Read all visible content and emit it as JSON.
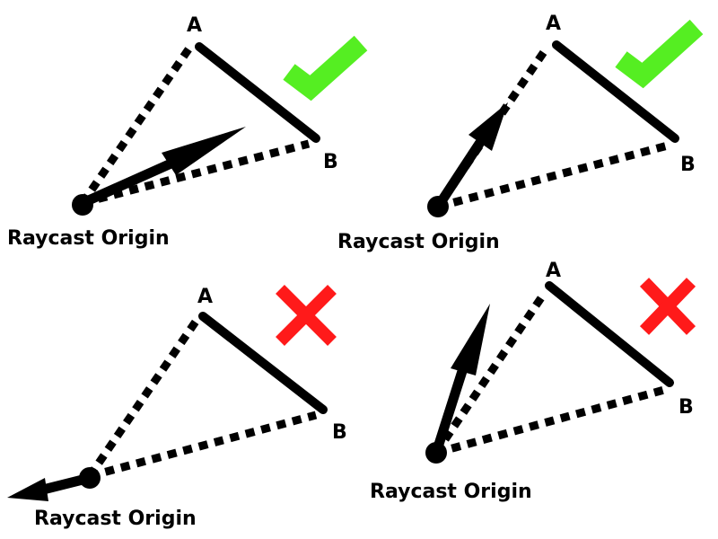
{
  "panels": [
    {
      "point_a": "A",
      "point_b": "B",
      "origin_label": "Raycast Origin",
      "result": "check-icon"
    },
    {
      "point_a": "A",
      "point_b": "B",
      "origin_label": "Raycast Origin",
      "result": "check-icon"
    },
    {
      "point_a": "A",
      "point_b": "B",
      "origin_label": "Raycast Origin",
      "result": "cross-icon"
    },
    {
      "point_a": "A",
      "point_b": "B",
      "origin_label": "Raycast Origin",
      "result": "cross-icon"
    }
  ],
  "colors": {
    "check": "#55ee22",
    "cross": "#ff1a1a",
    "ink": "#000000"
  }
}
